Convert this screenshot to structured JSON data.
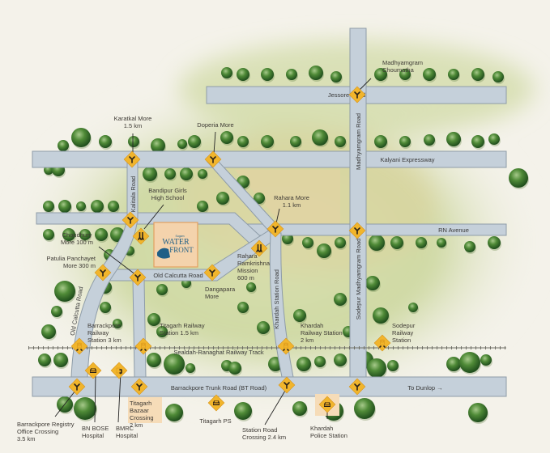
{
  "title": "Water Front location map",
  "logo": {
    "small_text": "Sugam",
    "line1": "WATER",
    "line2": "FRONT"
  },
  "colors": {
    "sign": "#f1b52c",
    "road": "#c5d0da",
    "tree": "#3f7a2c",
    "logo_box": "#f4d3ac",
    "label_box": "#f6dcb8"
  },
  "roads": {
    "jessore": "Jessore Road",
    "kalyani": "Kalyani Expressway",
    "rn_avenue": "RN Avenue",
    "old_calcutta_h": "Old Calcutta Road",
    "old_calcutta_v": "Old Calcutta Road",
    "kalitala": "Kalitala Road",
    "khardah_station": "Khardah Station Road",
    "sodepur_madhyamgram": "Sodepur Madhyamgram Road",
    "madhyamgram": "Madhyamgram Road",
    "railway": "Sealdah-Ranaghat Railway Track",
    "bt_road": "Barrackpore Trunk Road (BT Road)",
    "to_dunlop": "To Dunlop →"
  },
  "landmarks": {
    "madhyamgram_choumatha": [
      "Madhyamgram",
      "Choumatha"
    ],
    "karatkal": [
      "Karatkal More",
      "1.5 km"
    ],
    "doperia": [
      "Doperia More"
    ],
    "bandipur": [
      "Bandipur Girls",
      "High School"
    ],
    "rahara_more": [
      "Rahara More",
      "1.1 km"
    ],
    "choudhury": [
      "Choudhury",
      "More 100 m"
    ],
    "patulia": [
      "Patulia Panchayet",
      "More 300 m"
    ],
    "rahara_mission": [
      "Rahara",
      "Ramkrishna",
      "Mission",
      "600 m"
    ],
    "dangapara": [
      "Dangapara",
      "More"
    ],
    "barrackpore_rly": [
      "Barrackpore",
      "Railway",
      "Station 3 km"
    ],
    "titagarh_rly": [
      "Titagarh Railway",
      "Station 1.5 km"
    ],
    "khardah_rly": [
      "Khardah",
      "Railway Station",
      "2 km"
    ],
    "sodepur_rly": [
      "Sodepur",
      "Railway",
      "Station"
    ],
    "titagarh_bazaar": [
      "Titagarh",
      "Bazaar",
      "Crossing",
      "2 km"
    ],
    "titagarh_ps": [
      "Titagarh PS"
    ],
    "registry": [
      "Barrackpore Registry",
      "Office Crossing",
      "3.5 km"
    ],
    "bn_bose": [
      "BN BOSE",
      "Hospital"
    ],
    "bmrc": [
      "BMRC",
      "Hospital"
    ],
    "station_road": [
      "Station Road",
      "Crossing 2.4 km"
    ],
    "khardah_ps": [
      "Khardah",
      "Police Station"
    ]
  }
}
